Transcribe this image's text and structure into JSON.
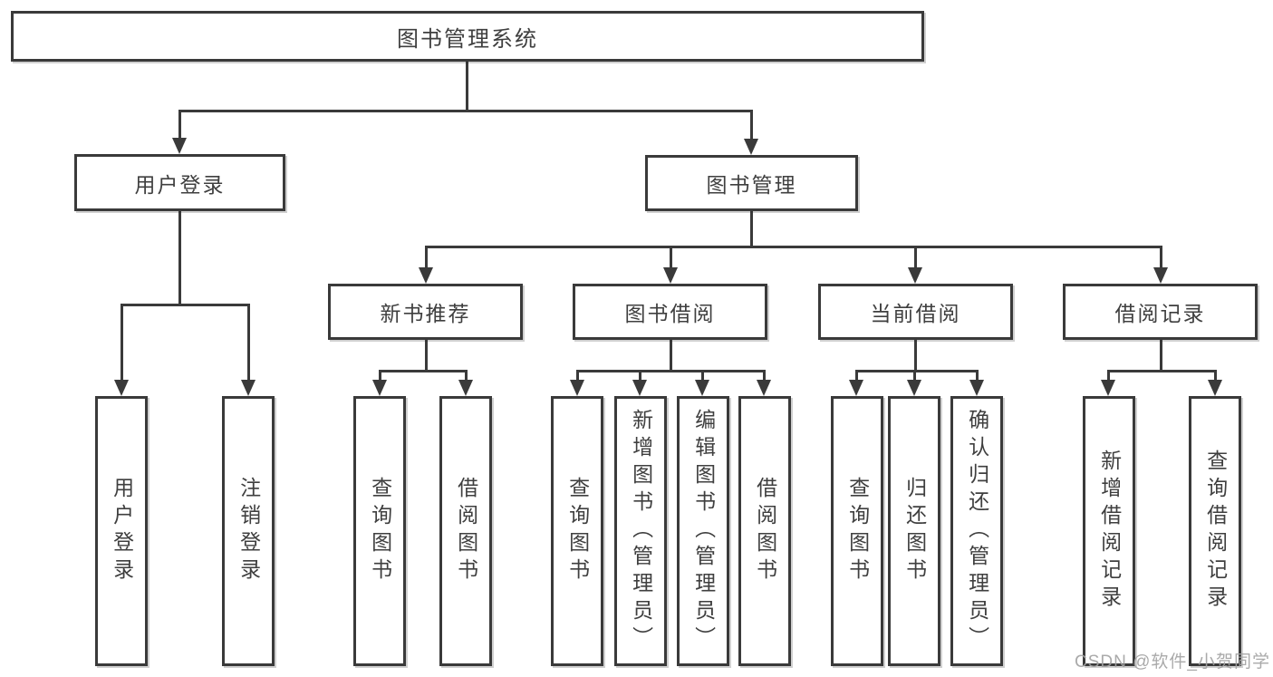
{
  "diagram": {
    "type": "hierarchy-tree",
    "title": "图书管理系统",
    "line_color": "#3a3a3a",
    "text_color": "#3f3f3f",
    "background_color": "#ffffff",
    "nodes": {
      "root": "图书管理系统",
      "l2": [
        "用户登录",
        "图书管理"
      ],
      "l3": [
        "新书推荐",
        "图书借阅",
        "当前借阅",
        "借阅记录"
      ],
      "l4": [
        "用户登录",
        "注销登录",
        "查询图书",
        "借阅图书",
        "查询图书",
        "新增图书（管理员）",
        "编辑图书（管理员）",
        "借阅图书",
        "查询图书",
        "归还图书",
        "确认归还（管理员）",
        "新增借阅记录",
        "查询借阅记录"
      ]
    },
    "hierarchy": {
      "图书管理系统": [
        "用户登录",
        "图书管理"
      ],
      "用户登录": [
        "用户登录",
        "注销登录"
      ],
      "图书管理": [
        "新书推荐",
        "图书借阅",
        "当前借阅",
        "借阅记录"
      ],
      "新书推荐": [
        "查询图书",
        "借阅图书"
      ],
      "图书借阅": [
        "查询图书",
        "新增图书（管理员）",
        "编辑图书（管理员）",
        "借阅图书"
      ],
      "当前借阅": [
        "查询图书",
        "归还图书",
        "确认归还（管理员）"
      ],
      "借阅记录": [
        "新增借阅记录",
        "查询借阅记录"
      ]
    }
  },
  "watermark": {
    "text": "CSDN @软件_小贺同学",
    "color": "#a3a3a3"
  }
}
